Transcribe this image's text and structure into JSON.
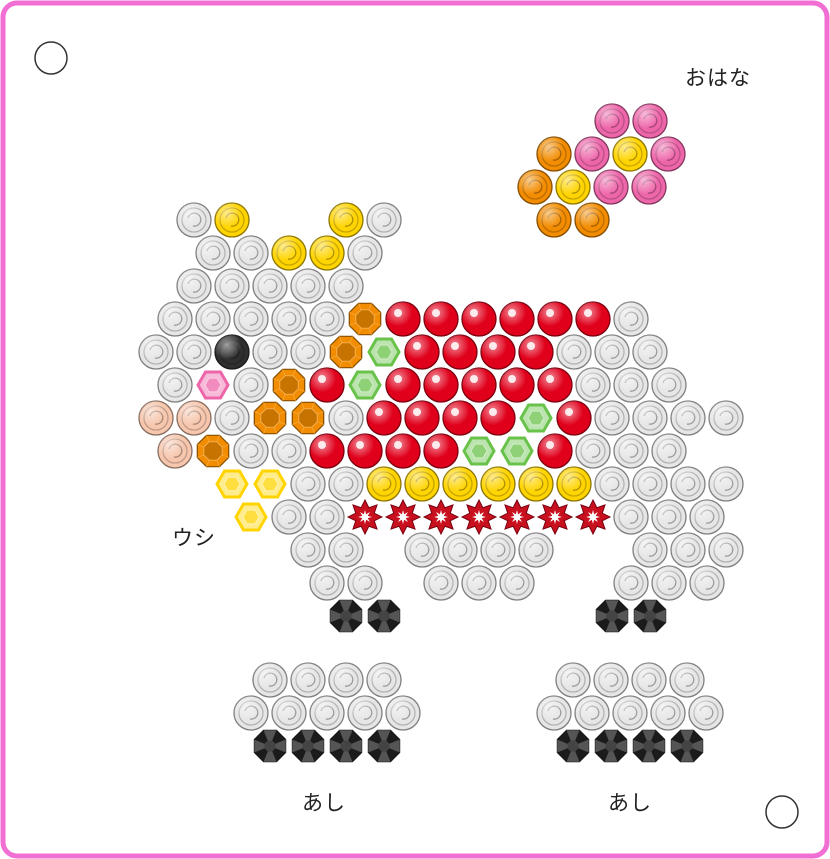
{
  "labels": {
    "flower": "おはな",
    "cow": "ウシ",
    "leg_left": "あし",
    "leg_right": "あし"
  },
  "colors": {
    "frame": "#f16ed3",
    "white": "#e6e6e6",
    "yellow": "#ffd400",
    "orange": "#f28c00",
    "pink": "#ee66aa",
    "red": "#e0001b",
    "peach": "#f6c6ad",
    "black": "#2f2f2f",
    "green": "#69c24a",
    "star": "#c8101e",
    "gray_dark": "#3a3a3a"
  },
  "icons": [
    "peg-hole-top-left",
    "peg-hole-bottom-right",
    "round-bead",
    "octagon-bead",
    "hexagon-bead",
    "star-bead"
  ]
}
